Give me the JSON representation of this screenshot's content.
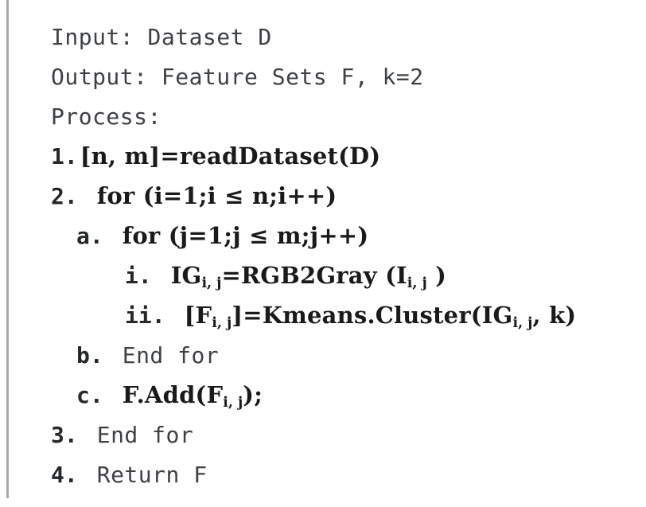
{
  "page": {
    "background": "#ffffff",
    "left_rule_color": "#a9a9a9"
  },
  "algorithm": {
    "lines": [
      {
        "marker": "",
        "style": "mono",
        "text": "Input: Dataset D"
      },
      {
        "marker": "",
        "style": "mono",
        "text": "Output: Feature Sets F, k=2"
      },
      {
        "marker": "",
        "style": "mono",
        "text": "Process:"
      },
      {
        "marker": "1.",
        "style": "math",
        "segments": [
          {
            "t": "[n, m]=readDataset(D)"
          }
        ]
      },
      {
        "marker": "2.",
        "style": "math",
        "segments": [
          {
            "t": "for (i=1;i ≤ n;i++)"
          }
        ]
      },
      {
        "marker": "a.",
        "style": "math",
        "segments": [
          {
            "t": "for (j=1;j ≤ m;j++)"
          }
        ]
      },
      {
        "marker": "i.",
        "style": "math",
        "segments": [
          {
            "t": "IG"
          },
          {
            "sub": "i, j"
          },
          {
            "t": "=RGB2Gray (I"
          },
          {
            "sub": "i, j"
          },
          {
            "t": " )"
          }
        ]
      },
      {
        "marker": "ii.",
        "style": "math",
        "segments": [
          {
            "t": "[F"
          },
          {
            "sub": "i, j"
          },
          {
            "t": "]=Kmeans.Cluster(IG"
          },
          {
            "sub": "i, j"
          },
          {
            "t": ", k)"
          }
        ]
      },
      {
        "marker": "b.",
        "style": "mono",
        "text": "End for"
      },
      {
        "marker": "c.",
        "style": "math",
        "segments": [
          {
            "t": "F.Add(F"
          },
          {
            "sub": "i, j"
          },
          {
            "t": ");"
          }
        ]
      },
      {
        "marker": "3.",
        "style": "mono",
        "text": "End for"
      },
      {
        "marker": "4.",
        "style": "mono",
        "text": "Return F"
      }
    ]
  }
}
